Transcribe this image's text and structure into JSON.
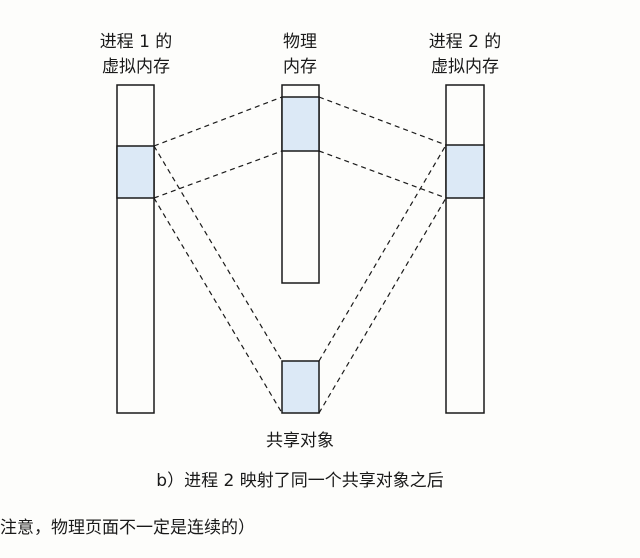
{
  "labels": {
    "process1": [
      "进程 1 的",
      "虚拟内存"
    ],
    "physical": [
      "物理",
      "内存"
    ],
    "process2": [
      "进程 2 的",
      "虚拟内存"
    ],
    "shared_object": "共享对象"
  },
  "caption": "b）进程 2 映射了同一个共享对象之后",
  "footnote": "注意，物理页面不一定是连续的）",
  "colors": {
    "highlight": "#dce9f6",
    "stroke": "#1a1a1a"
  }
}
